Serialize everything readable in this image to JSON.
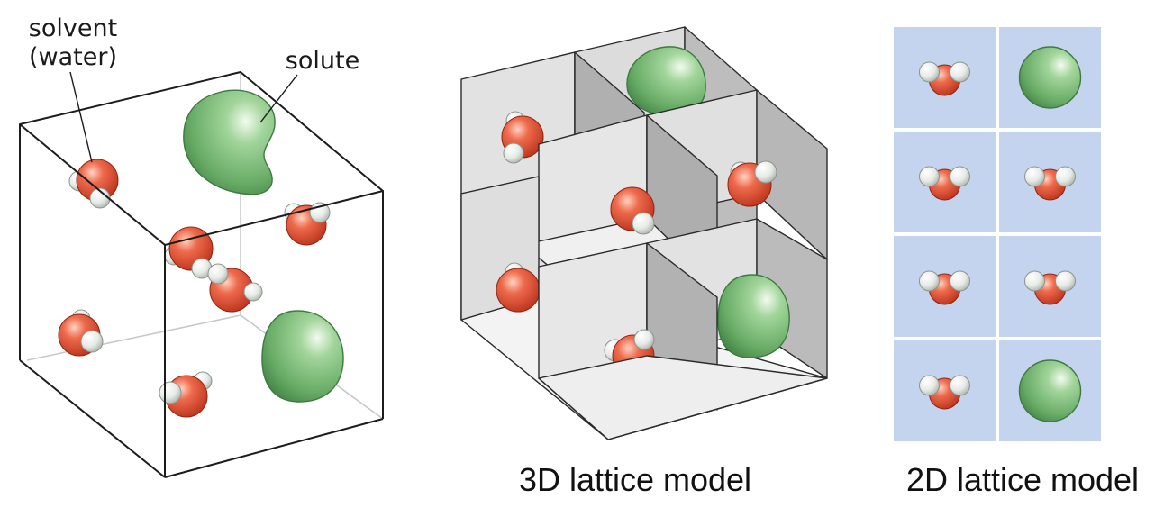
{
  "labels": {
    "solvent_line1": "solvent",
    "solvent_line2": "(water)",
    "solute": "solute",
    "model_3d": "3D lattice model",
    "model_2d": "2D lattice model"
  },
  "colors": {
    "water_oxygen": "#d9472b",
    "water_hydrogen": "#e4e8e4",
    "solute": "#6cae6c",
    "lattice_cell": "#c4d3ee",
    "lattice_gap": "#ffffff",
    "wall_light": "#e3e3e3",
    "wall_dark": "#b5b5b5",
    "floor": "#f1f1f1",
    "edge": "#222222"
  },
  "lattice_2d": {
    "columns": 2,
    "rows": 4,
    "cells": [
      "water",
      "solute",
      "water",
      "water",
      "water",
      "water",
      "water",
      "solute"
    ]
  }
}
